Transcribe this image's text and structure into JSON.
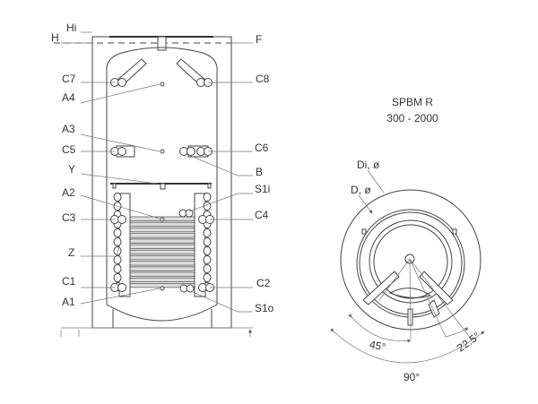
{
  "title": {
    "model": "SPBM R",
    "range": "300 - 2000"
  },
  "side_view": {
    "left_labels": {
      "Hi": "Hi",
      "H": "H",
      "C7": "C7",
      "A4": "A4",
      "A3": "A3",
      "C5": "C5",
      "Y": "Y",
      "A2": "A2",
      "C3": "C3",
      "Z": "Z",
      "C1": "C1",
      "A1": "A1"
    },
    "right_labels": {
      "F": "F",
      "C8": "C8",
      "C6": "C6",
      "B": "B",
      "S1i": "S1i",
      "C4": "C4",
      "C2": "C2",
      "S1o": "S1o"
    }
  },
  "top_view": {
    "outer_diameter": "Di, ø",
    "inner_diameter": "D, ø",
    "angle_45": "45°",
    "angle_22_5": "22.5°",
    "angle_90": "90°"
  }
}
